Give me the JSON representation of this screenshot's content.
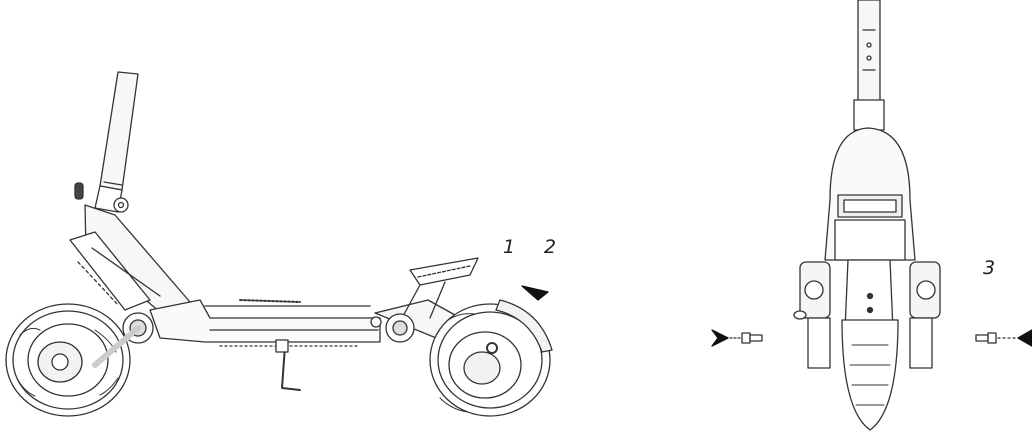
{
  "figure": {
    "labels": {
      "step1": "1",
      "step2": "2",
      "step3": "3"
    },
    "views": [
      "side-view-scooter",
      "rear-view-scooter"
    ],
    "colors": {
      "line": "#333333",
      "fill": "#f7f7f7",
      "accent": "#111111"
    }
  }
}
